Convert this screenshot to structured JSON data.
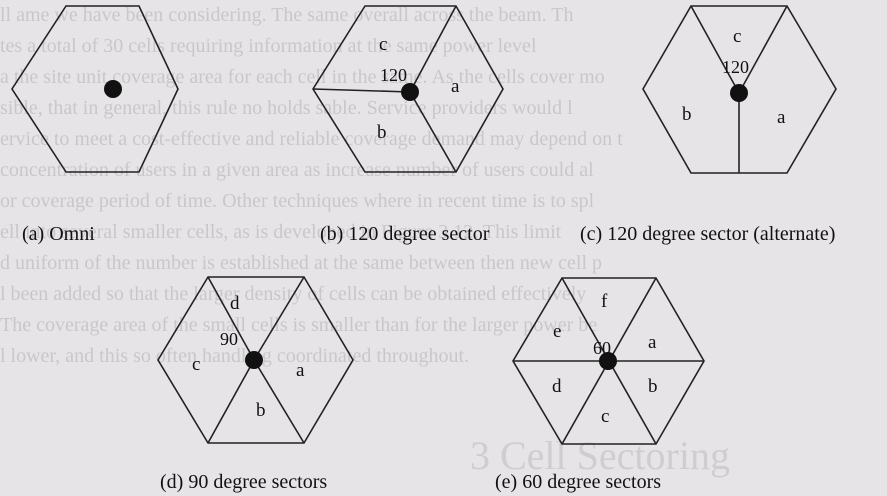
{
  "figure": {
    "panels": [
      {
        "id": "a",
        "caption": "(a) Omni",
        "sectors": [],
        "angle": ""
      },
      {
        "id": "b",
        "caption": "(b) 120 degree sector",
        "sectors": [
          "a",
          "b",
          "c"
        ],
        "angle": "120"
      },
      {
        "id": "c",
        "caption": "(c) 120 degree sector (alternate)",
        "sectors": [
          "a",
          "b",
          "c"
        ],
        "angle": "120"
      },
      {
        "id": "d",
        "caption": "(d) 90 degree sectors",
        "sectors": [
          "a",
          "b",
          "c",
          "d"
        ],
        "angle": "90"
      },
      {
        "id": "e",
        "caption": "(e) 60 degree sectors",
        "sectors": [
          "a",
          "b",
          "c",
          "d",
          "e",
          "f"
        ],
        "angle": "60"
      }
    ]
  },
  "background_text": {
    "lines": [
      "ll ame we have been considering. The same overall across the beam. Th",
      "tes a total of 30 cells requiring information at the same power level",
      "a the site unit coverage area for each cell in the same. As the cells cover mo",
      "sible, that in general, this rule no holds sable. Service providers would l",
      "ervice to meet a cost-effective and reliable coverage demand may depend on t",
      "concentration of users in a given area as increase number of users could al",
      "or coverage period of time. Other techniques where in recent time is to spl",
      "ell into several smaller cells, as is developed in Figure 3.12. This limit",
      "d uniform of the number is established at the same between then new cell p",
      "l been added so that the larger density of cells can be obtained effectively",
      "The coverage area of the small cells is smaller than for the larger power be",
      "l lower, and this so often handling coordinated throughout."
    ],
    "heading": "3  Cell Sectoring"
  }
}
